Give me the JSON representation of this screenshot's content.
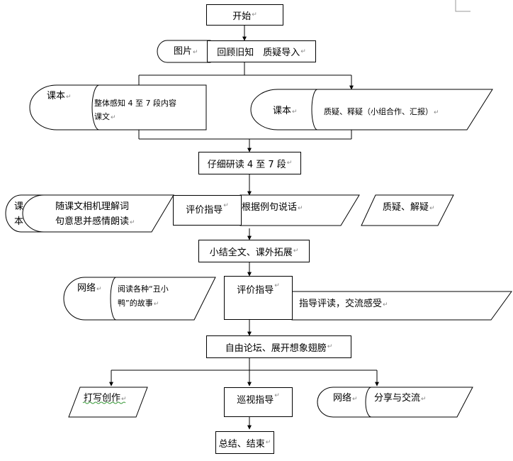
{
  "diagram": {
    "start": "开始",
    "review": {
      "media": "图片",
      "text": "回顾旧知　质疑导入"
    },
    "branch1": {
      "left": {
        "media": "课本",
        "line1": "整体感知 4 至 7 段内容",
        "line2": "课文"
      },
      "right": {
        "media": "课本",
        "text": "质疑、释疑（小组合作、汇报）"
      }
    },
    "detail_read": "仔细研读 4 至 7 段",
    "branch2": {
      "media_line1": "课",
      "media_line2": "本",
      "understand_line1": "随课文相机理解词",
      "understand_line2": "句意思并感情朗读",
      "guide": "评价指导",
      "speak": "根据例句说话",
      "question": "质疑、解疑"
    },
    "summary": "小结全文、课外拓展",
    "branch3": {
      "media": "网络",
      "read_line1": "阅读各种“丑小",
      "read_line2": "鸭”的故事",
      "guide": "评价指导",
      "share": "指导评读，交流感受"
    },
    "forum": "自由论坛、展开想象翅膀",
    "branch4": {
      "write": "打写创作",
      "patrol": "巡视指导",
      "media": "网络",
      "share": "分享与交流"
    },
    "end": "总结、结束",
    "return_mark": "↵"
  }
}
